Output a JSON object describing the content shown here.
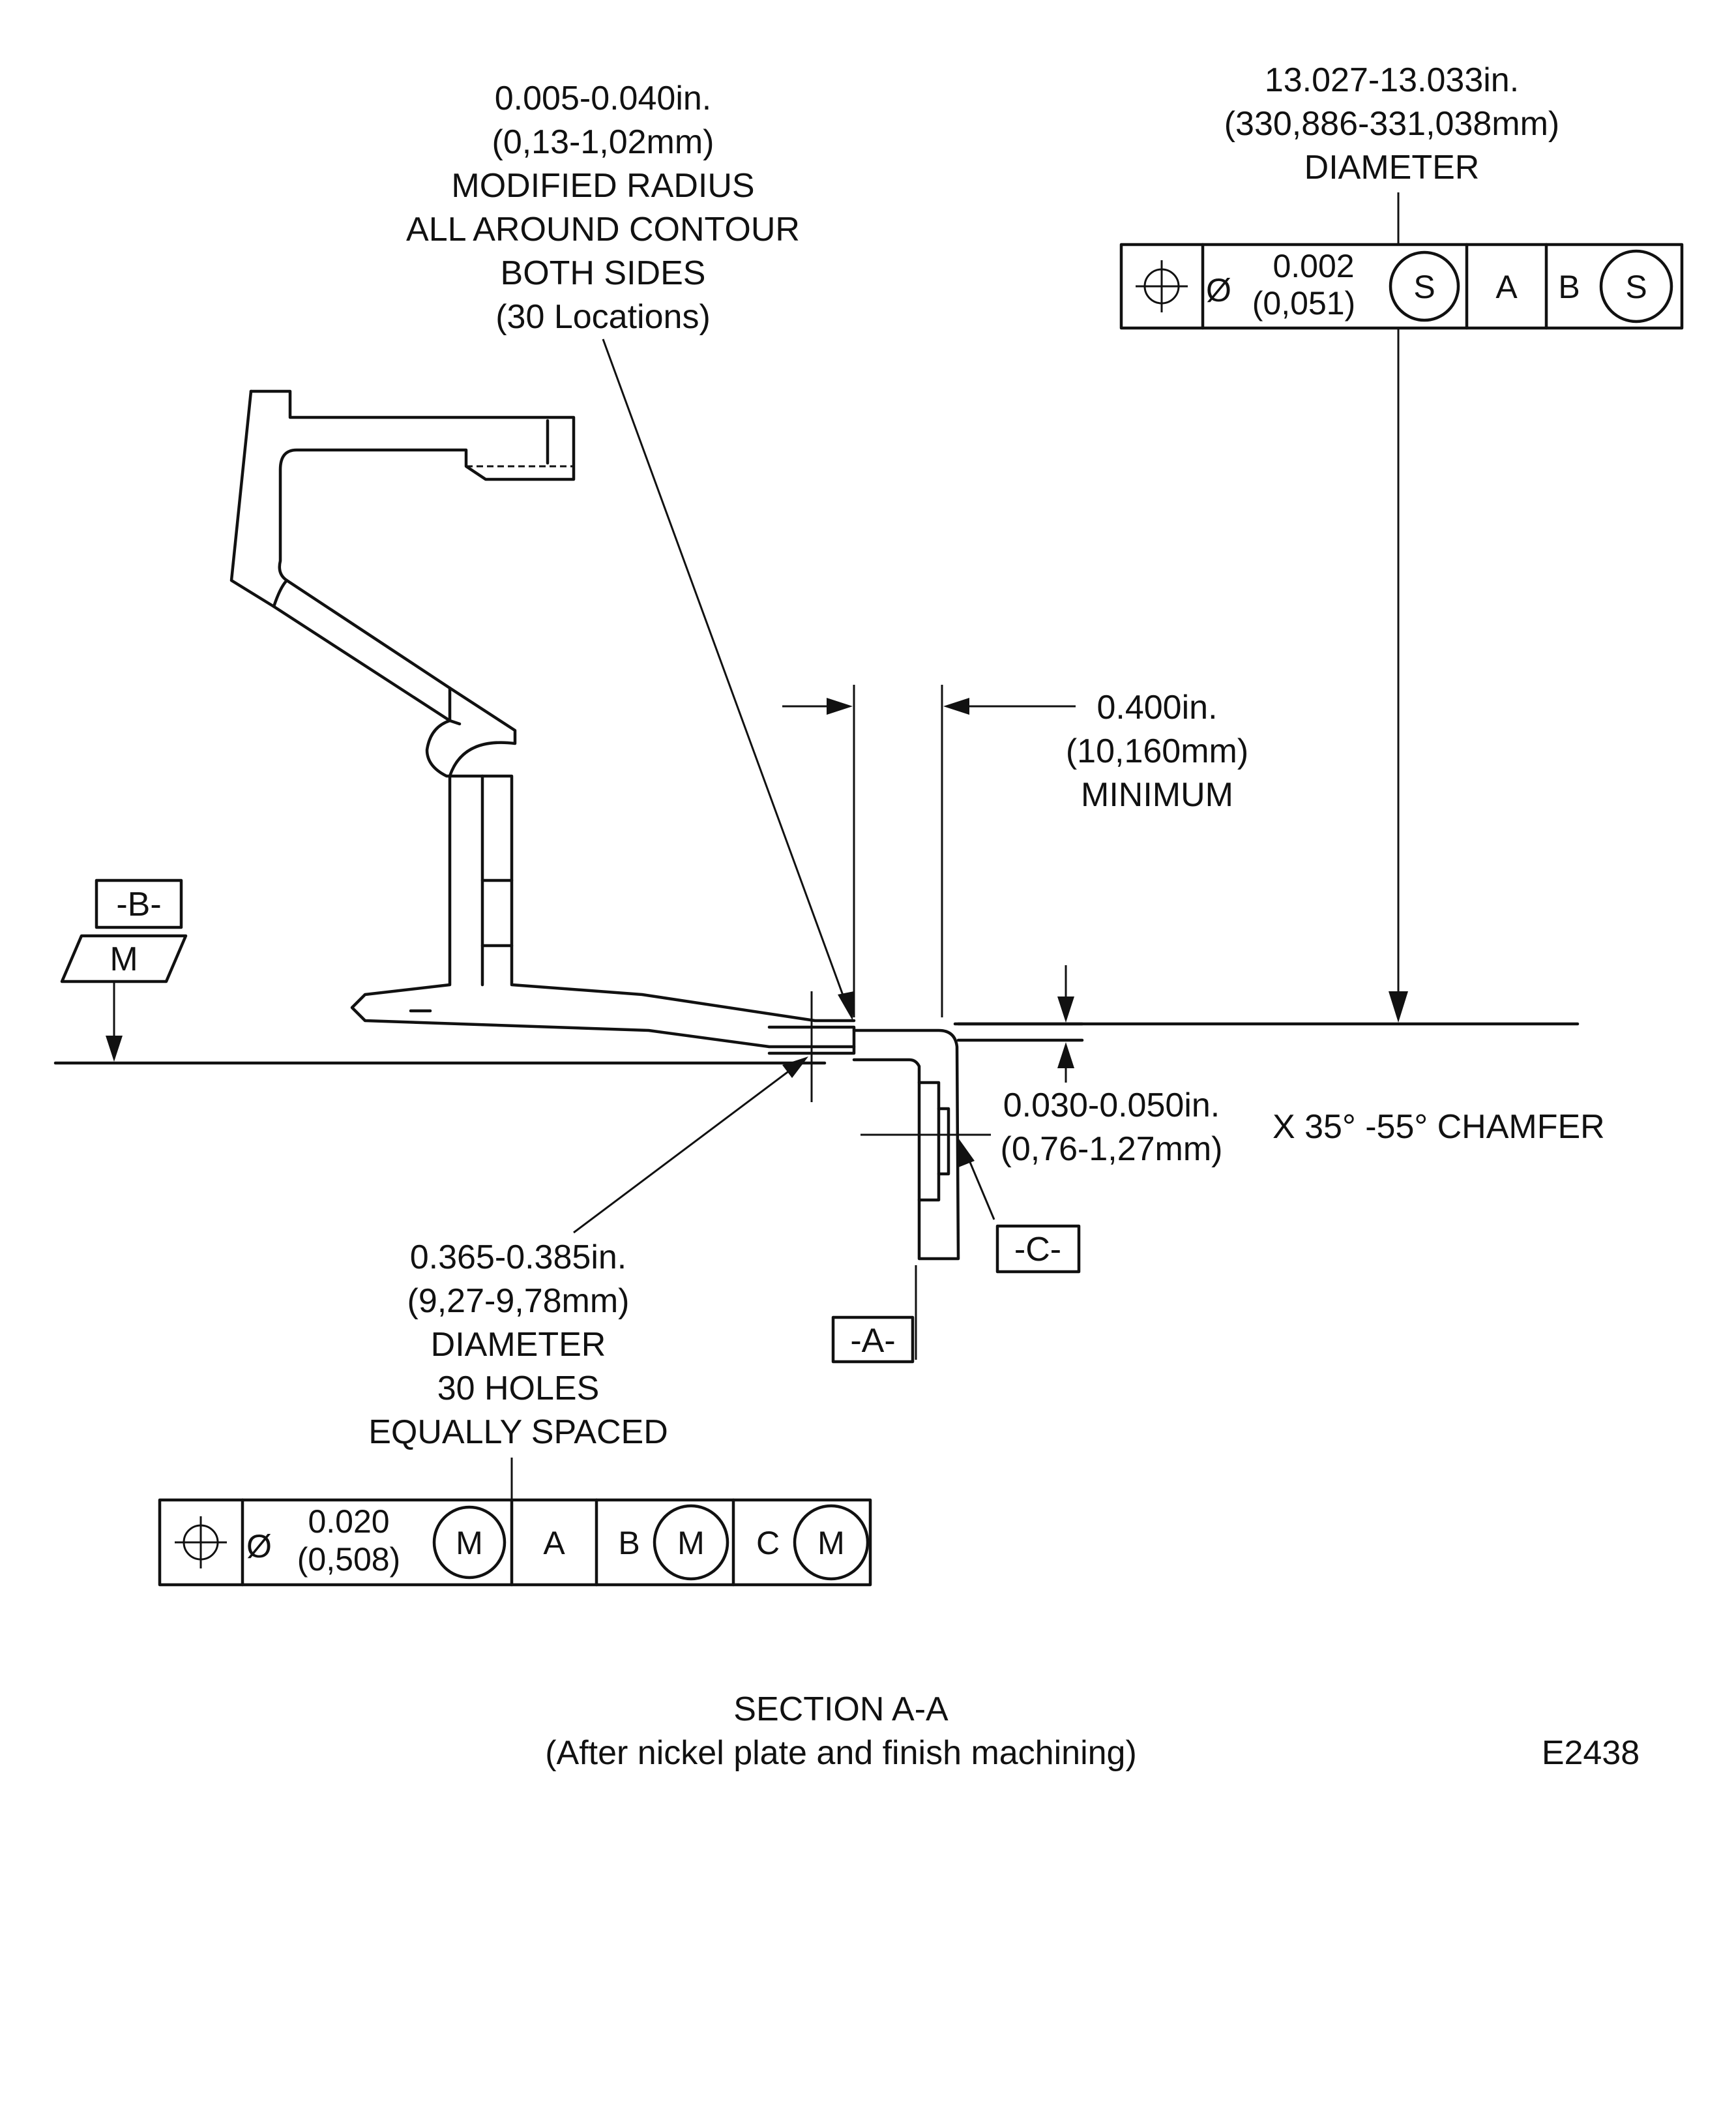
{
  "callouts": {
    "modified_radius": [
      "0.005-0.040in.",
      "(0,13-1,02mm)",
      "MODIFIED RADIUS",
      "ALL AROUND CONTOUR",
      "BOTH SIDES",
      "(30 Locations)"
    ],
    "outer_diameter": [
      "13.027-13.033in.",
      "(330,886-331,038mm)",
      "DIAMETER"
    ],
    "min_width": [
      "0.400in.",
      "(10,160mm)",
      "MINIMUM"
    ],
    "chamfer": [
      "0.030-0.050in.",
      "(0,76-1,27mm)"
    ],
    "chamfer_suffix": "X 35° -55° CHAMFER",
    "hole_diameter": [
      "0.365-0.385in.",
      "(9,27-9,78mm)",
      "DIAMETER",
      "30 HOLES",
      "EQUALLY SPACED"
    ]
  },
  "fcf_top": {
    "symbol": "position-icon",
    "diameter_symbol": "Ø",
    "tolerance": "0.002",
    "tolerance_metric": "(0,051)",
    "modifier": "S",
    "datum_1": "A",
    "datum_2": "B",
    "datum_2_modifier": "S"
  },
  "fcf_bottom": {
    "symbol": "position-icon",
    "diameter_symbol": "Ø",
    "tolerance": "0.020",
    "tolerance_metric": "(0,508)",
    "modifier": "M",
    "datum_1": "A",
    "datum_2": "B",
    "datum_2_modifier": "M",
    "datum_3": "C",
    "datum_3_modifier": "M"
  },
  "datums": {
    "b": "-B-",
    "b_modifier": "M",
    "a": "-A-",
    "c": "-C-"
  },
  "caption": {
    "title": "SECTION A-A",
    "subtitle": "(After nickel plate and finish machining)",
    "figure_id": "E2438"
  }
}
